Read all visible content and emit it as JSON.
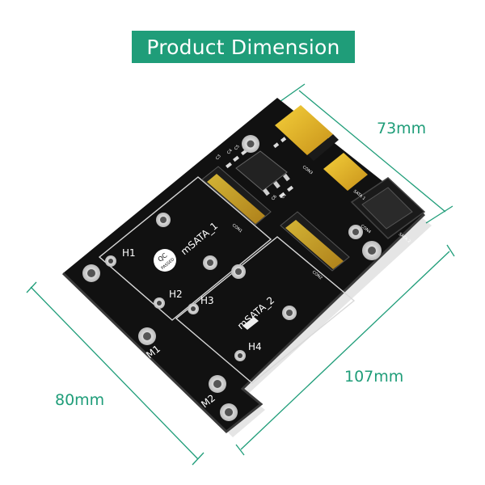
{
  "header": {
    "title": "Product Dimension"
  },
  "dimensions": {
    "width": "73mm",
    "length": "107mm",
    "height": "80mm"
  },
  "board": {
    "slot1_label": "mSATA_1",
    "slot2_label": "mSATA_2",
    "qc_top": "QC",
    "qc_bottom": "PASSED",
    "hole_labels": [
      "H1",
      "H2",
      "H3",
      "H4",
      "M1",
      "M2"
    ],
    "connector_labels": [
      "CON1",
      "CON2",
      "CON3",
      "CON4",
      "SATA 1",
      "SATA 2"
    ],
    "component_labels": [
      "C3",
      "C4",
      "C5",
      "C6",
      "C1"
    ]
  },
  "colors": {
    "accent": "#1f9d79",
    "pcb": "#111111",
    "gold": "#e0b020",
    "silkscreen": "#ffffff"
  }
}
